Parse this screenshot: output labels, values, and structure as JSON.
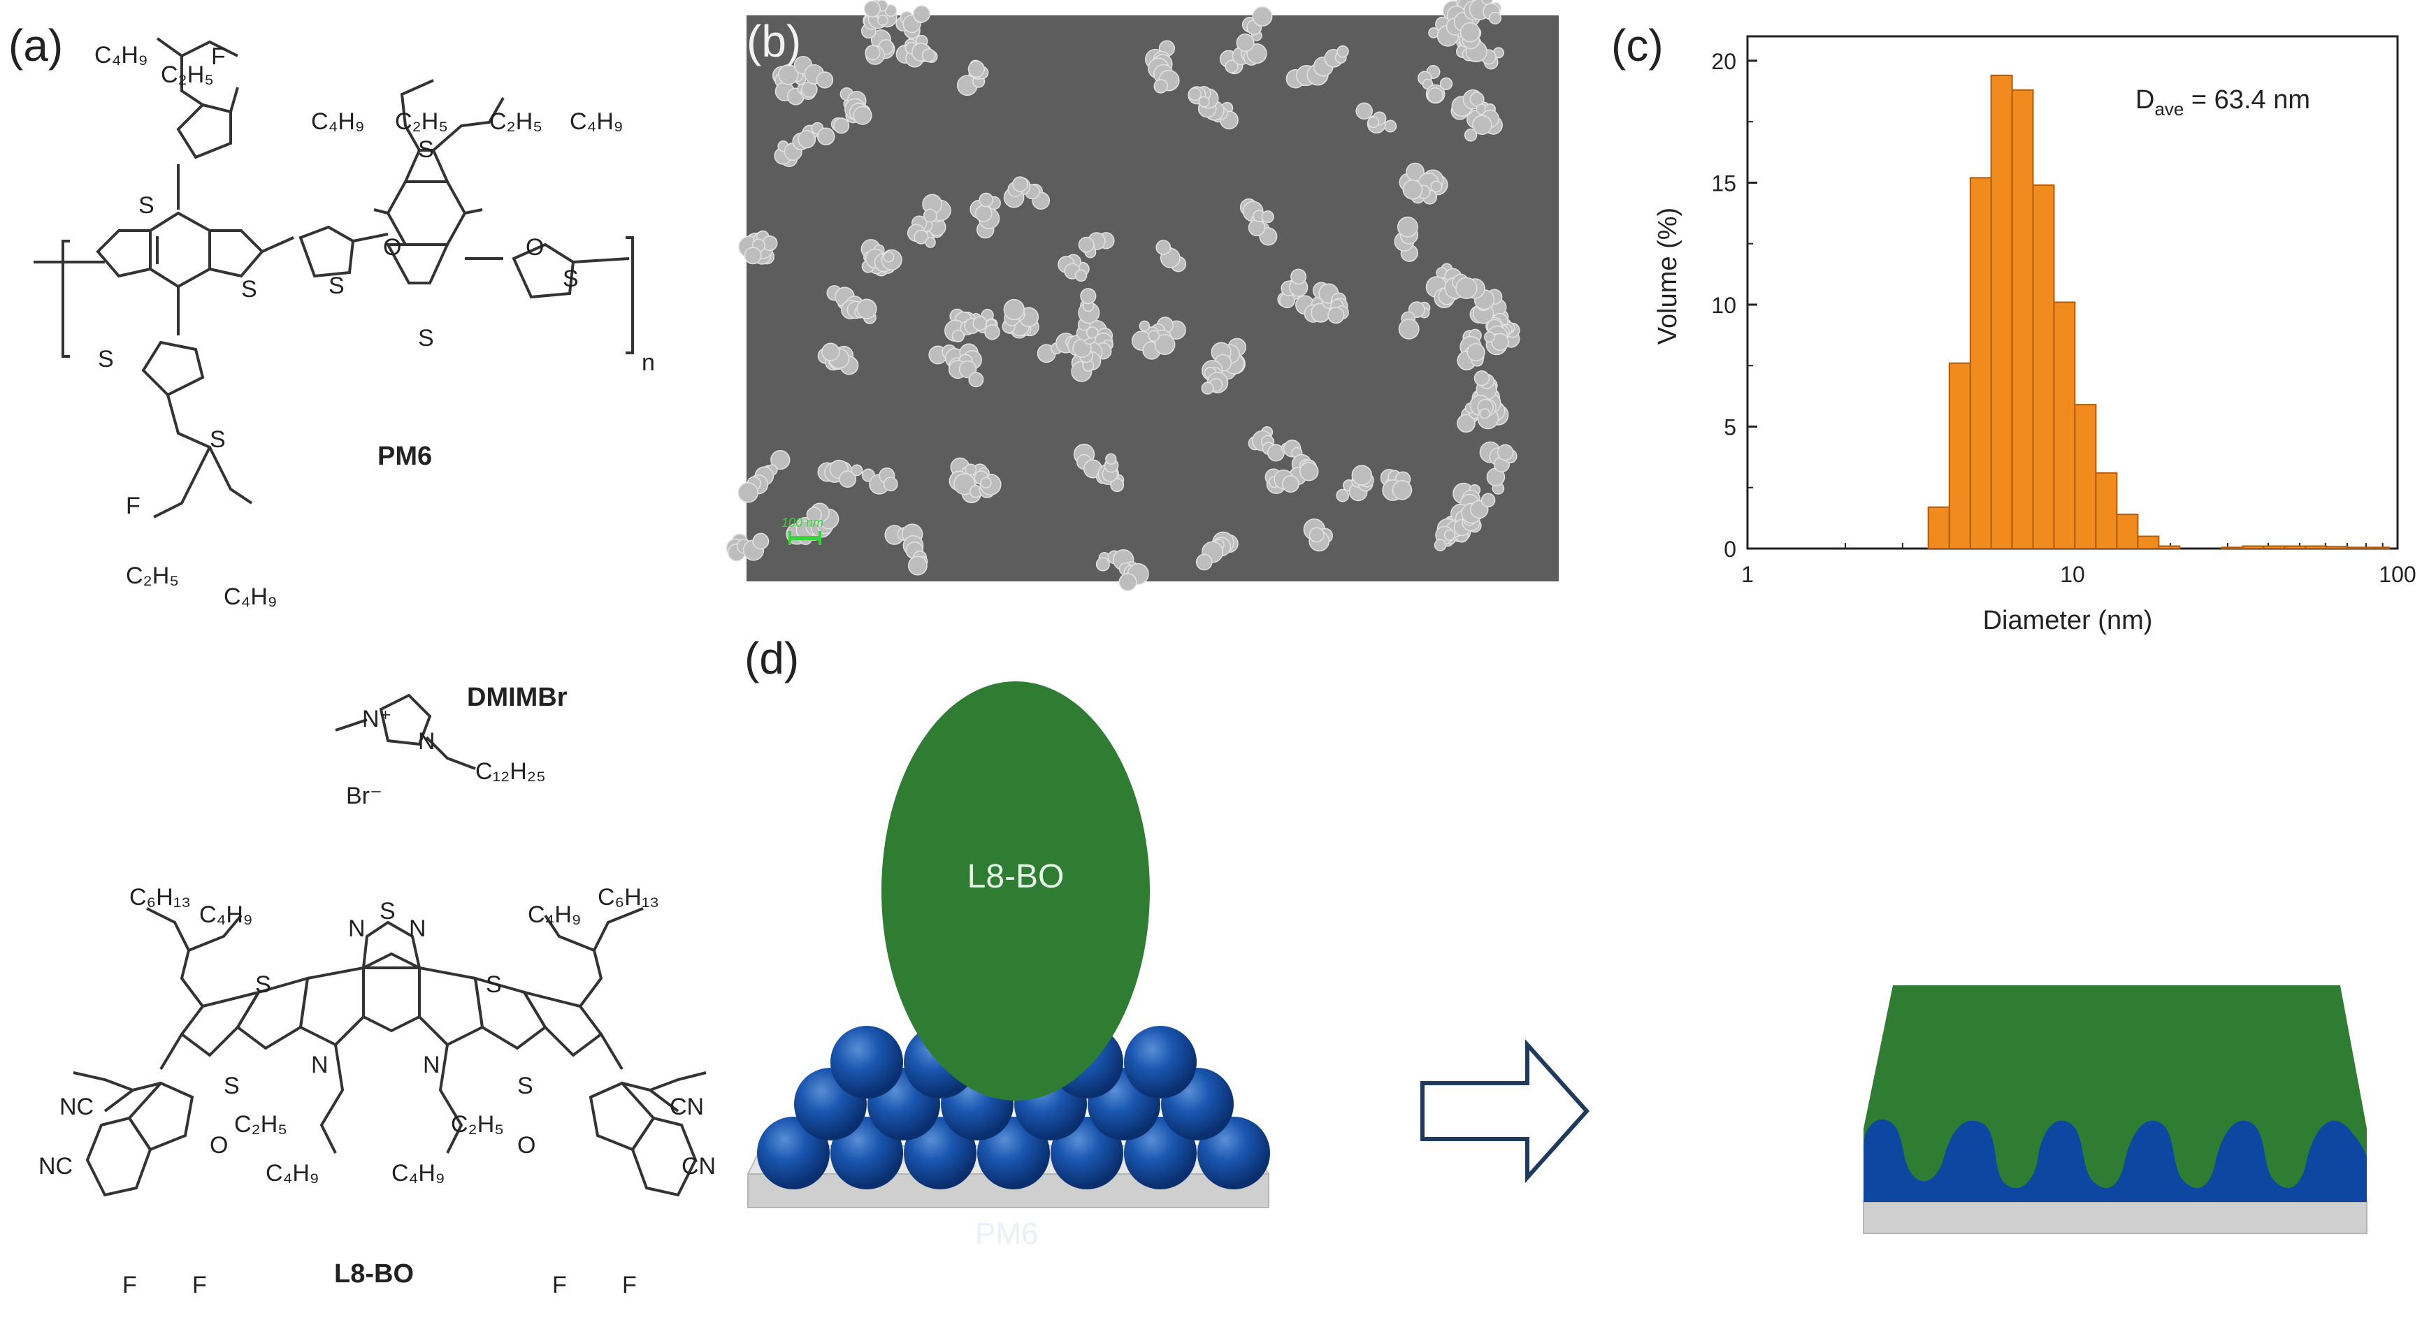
{
  "panels": {
    "a": "(a)",
    "b": "(b)",
    "c": "(c)",
    "d": "(d)"
  },
  "chemistry": {
    "pm6_label": "PM6",
    "dmimbr_label": "DMIMBr",
    "l8bo_label": "L8-BO",
    "atom_S": "S",
    "atom_F": "F",
    "atom_O": "O",
    "atom_N": "N",
    "atom_NC": "NC",
    "atom_CN": "CN",
    "n_subscript": "n",
    "bromide": "Br⁻",
    "subst_C4H9": "C₄H₉",
    "subst_C2H5": "C₂H₅",
    "subst_C6H13": "C₆H₁₃",
    "subst_C12H25": "C₁₂H₂₅",
    "n_plus": "N⁺"
  },
  "sem": {
    "scale_bar_label": "100 nm",
    "colors": {
      "background": "#5d5d5d",
      "particle": "#bdbdbd",
      "scale": "#39d33a"
    }
  },
  "chart_data": {
    "type": "bar",
    "xscale": "log",
    "xlabel": "Diameter (nm)",
    "ylabel": "Volume (%)",
    "xlim": [
      1,
      100
    ],
    "ylim": [
      0,
      21
    ],
    "xticks": [
      1,
      10,
      100
    ],
    "xtick_labels": [
      "1",
      "10",
      "100"
    ],
    "yticks": [
      0,
      5,
      10,
      15,
      20
    ],
    "ytick_labels": [
      "0",
      "5",
      "10",
      "15",
      "20"
    ],
    "annotation": {
      "main": "D",
      "sub": "ave",
      "rest": " = 63.4 nm"
    },
    "bar_color": "#f28b1e",
    "bar_edge_color": "#b05a0a",
    "bins": [
      {
        "left": 3.6,
        "right": 4.18,
        "value": 1.7
      },
      {
        "left": 4.18,
        "right": 4.85,
        "value": 7.6
      },
      {
        "left": 4.85,
        "right": 5.62,
        "value": 15.2
      },
      {
        "left": 5.62,
        "right": 6.52,
        "value": 19.4
      },
      {
        "left": 6.52,
        "right": 7.56,
        "value": 18.8
      },
      {
        "left": 7.56,
        "right": 8.77,
        "value": 14.9
      },
      {
        "left": 8.77,
        "right": 10.17,
        "value": 10.1
      },
      {
        "left": 10.17,
        "right": 11.8,
        "value": 5.9
      },
      {
        "left": 11.8,
        "right": 13.69,
        "value": 3.1
      },
      {
        "left": 13.69,
        "right": 15.88,
        "value": 1.4
      },
      {
        "left": 15.88,
        "right": 18.42,
        "value": 0.5
      },
      {
        "left": 18.42,
        "right": 21.37,
        "value": 0.1
      },
      {
        "left": 28.8,
        "right": 33.4,
        "value": 0.05
      },
      {
        "left": 33.4,
        "right": 38.7,
        "value": 0.1
      },
      {
        "left": 38.7,
        "right": 44.9,
        "value": 0.1
      },
      {
        "left": 44.9,
        "right": 52.1,
        "value": 0.1
      },
      {
        "left": 52.1,
        "right": 60.4,
        "value": 0.1
      },
      {
        "left": 60.4,
        "right": 70.1,
        "value": 0.08
      },
      {
        "left": 70.1,
        "right": 81.3,
        "value": 0.05
      },
      {
        "left": 81.3,
        "right": 94.3,
        "value": 0.05
      }
    ]
  },
  "schematic": {
    "acceptor_label": "L8-BO",
    "donor_label": "PM6",
    "colors": {
      "acceptor": "#2e7d32",
      "donor": "#0d47a1",
      "substrate": "#cfcfcf",
      "arrow_stroke": "#1f3a5f"
    }
  }
}
